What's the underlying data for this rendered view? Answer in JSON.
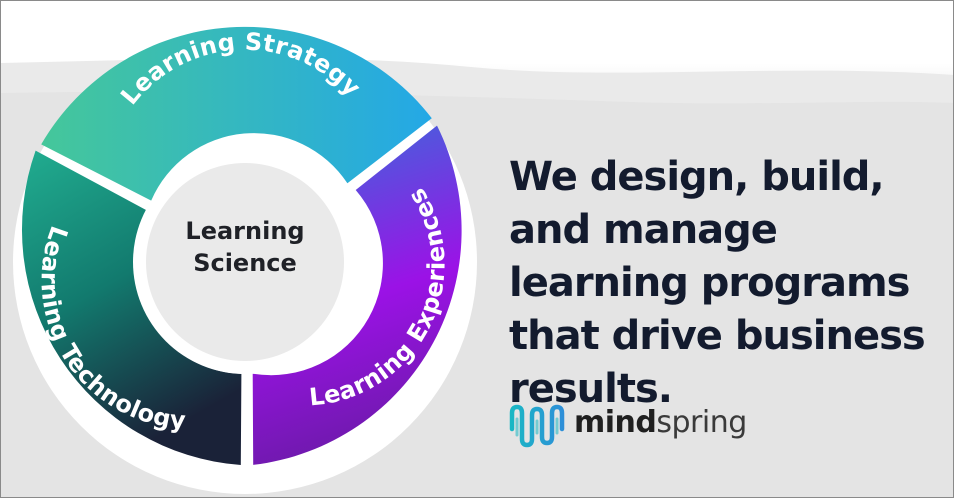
{
  "wheel": {
    "center_line1": "Learning",
    "center_line2": "Science",
    "segments": [
      {
        "label": "Learning Strategy",
        "color_start": "#41c79f",
        "color_end": "#27a6e2"
      },
      {
        "label": "Learning Experiences",
        "color_start": "#3f63d9",
        "color_end": "#a013e8"
      },
      {
        "label": "Learning Technology",
        "color_start": "#1aa98f",
        "color_end": "#1b2337"
      }
    ]
  },
  "headline": "We design, build, and manage learning programs that drive business results.",
  "brand": {
    "name_bold": "mind",
    "name_light": "spring",
    "accent_color": "#1ab7c4"
  }
}
